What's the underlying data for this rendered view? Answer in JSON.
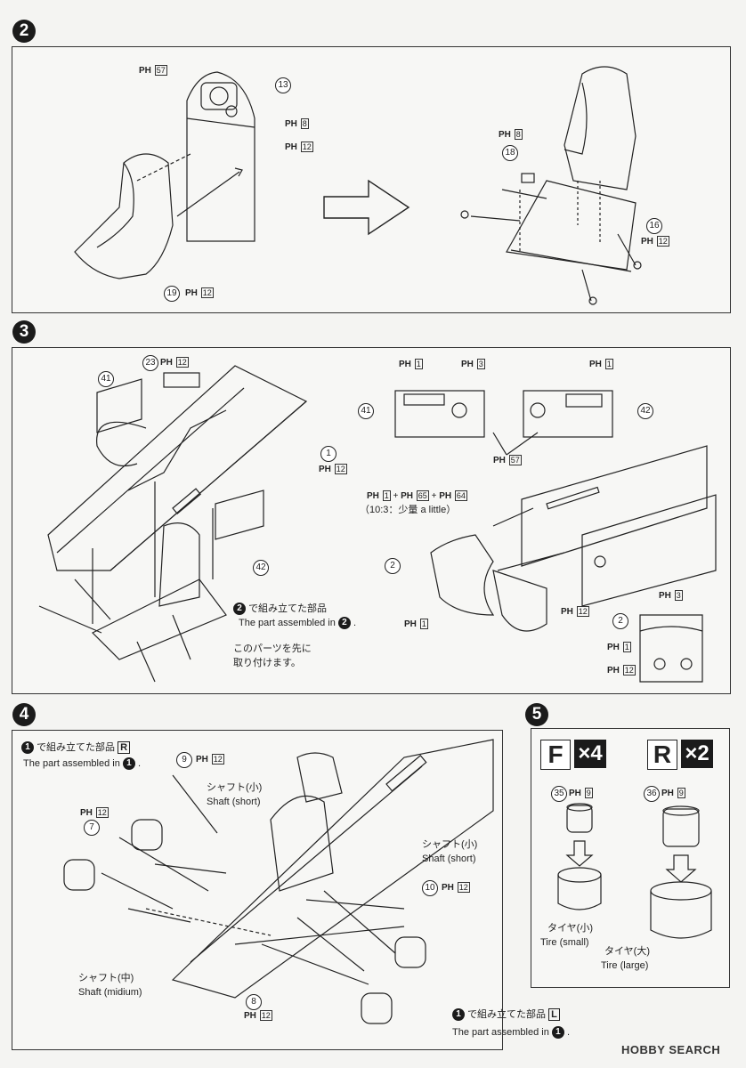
{
  "steps": {
    "s2": "2",
    "s3": "3",
    "s4": "4",
    "s5": "5"
  },
  "ph_label": "PH",
  "parts": {
    "p13": "13",
    "p19": "19",
    "p18": "18",
    "p16": "16",
    "p23": "23",
    "p41": "41",
    "p1": "1",
    "p42": "42",
    "p2": "2",
    "p9": "9",
    "p7": "7",
    "p10": "10",
    "p8": "8",
    "p35": "35",
    "p36": "36"
  },
  "paints": {
    "c57": "57",
    "c8": "8",
    "c12": "12",
    "c1": "1",
    "c3": "3",
    "c65": "65",
    "c64": "64",
    "c9": "9"
  },
  "step3": {
    "mix_formula": "+",
    "mix_ratio": "（10:3：少量 a little）",
    "assembled_jp": "で組み立てた部品",
    "assembled_en": "The part assembled in",
    "assembled_ref": "2",
    "attach_first_jp_1": "このパーツを先に",
    "attach_first_jp_2": "取り付けます。"
  },
  "step4": {
    "assembled_r_jp": "で組み立てた部品",
    "r_letter": "R",
    "assembled_r_en": "The part assembled in",
    "ref1": "1",
    "shaft_short_jp": "シャフト(小)",
    "shaft_short_en": "Shaft (short)",
    "shaft_short2_jp": "シャフト(小)",
    "shaft_short2_en": "Shaft (short)",
    "shaft_mid_jp": "シャフト(中)",
    "shaft_mid_en": "Shaft (midium)",
    "assembled_l_jp": "で組み立てた部品",
    "l_letter": "L",
    "assembled_l_en": "The part assembled in"
  },
  "step5": {
    "f_letter": "F",
    "f_count": "×4",
    "r_letter": "R",
    "r_count": "×2",
    "tire_small_jp": "タイヤ(小)",
    "tire_small_en": "Tire (small)",
    "tire_large_jp": "タイヤ(大)",
    "tire_large_en": "Tire (large)"
  },
  "footer": {
    "logo": "HOBBY SEARCH"
  }
}
